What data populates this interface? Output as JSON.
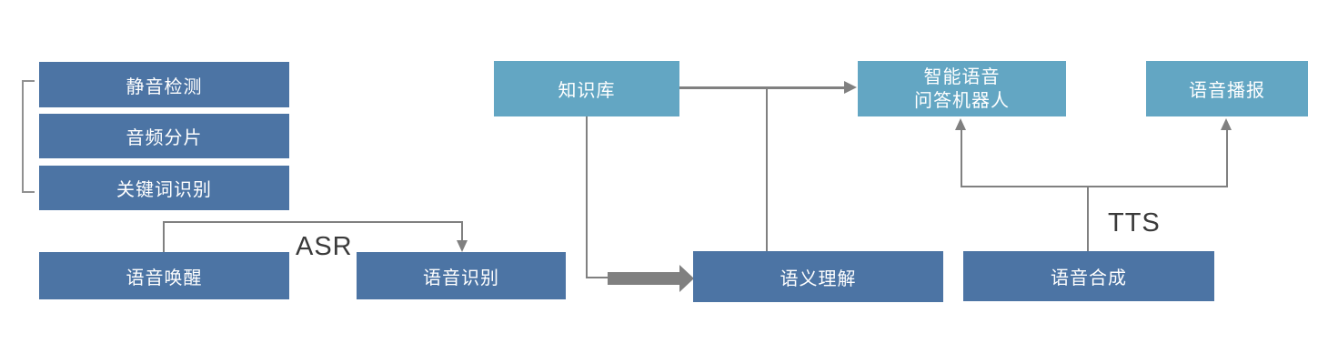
{
  "diagram": {
    "colors": {
      "dark_box": "#4C74A4",
      "light_box": "#63A6C3",
      "connector": "#808080",
      "bracket": "#909090",
      "edge_label_text": "#3A3A3A",
      "box_text": "#FFFFFF",
      "background": "#FFFFFF"
    },
    "nodes": {
      "silence_detection": "静音检测",
      "audio_slicing": "音频分片",
      "keyword_recognition": "关键词识别",
      "voice_wakeup": "语音唤醒",
      "speech_recognition": "语音识别",
      "knowledge_base": "知识库",
      "semantic_understanding": "语义理解",
      "qa_robot_line1": "智能语音",
      "qa_robot_line2": "问答机器人",
      "voice_broadcast": "语音播报",
      "speech_synthesis": "语音合成"
    },
    "edge_labels": {
      "asr": "ASR",
      "tts": "TTS"
    }
  }
}
